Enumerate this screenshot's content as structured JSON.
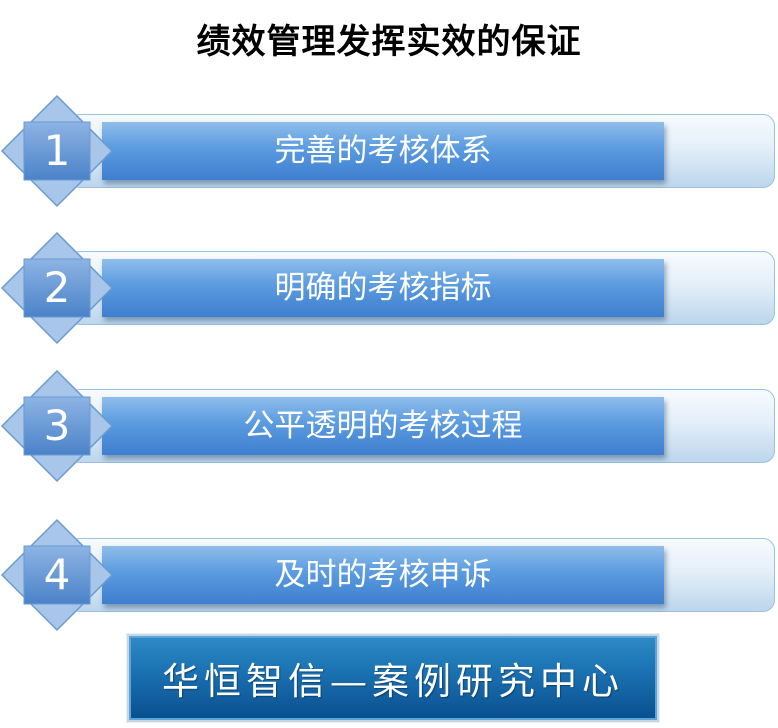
{
  "title": "绩效管理发挥实效的保证",
  "items": [
    {
      "number": "1",
      "label": "完善的考核体系"
    },
    {
      "number": "2",
      "label": "明确的考核指标"
    },
    {
      "number": "3",
      "label": "公平透明的考核过程"
    },
    {
      "number": "4",
      "label": "及时的考核申诉"
    }
  ],
  "footer": {
    "logo_text": "华恒智信—案例研究中心"
  },
  "colors": {
    "bar_blue": "#5b9be0",
    "badge_blue": "#5b92d2",
    "logo_blue": "#1b73b3"
  }
}
